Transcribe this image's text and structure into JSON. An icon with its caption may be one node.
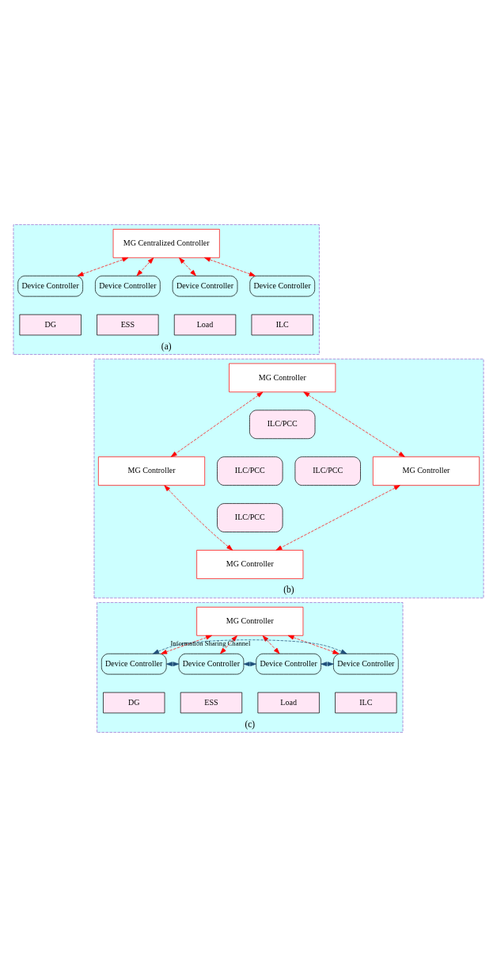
{
  "diagram": {
    "nodes": [
      {
        "text": [
          "(a)"
        ]
      },
      {
        "text": [
          "MG Centralized Controller"
        ],
        "in": 0
      },
      {
        "text": [
          "Device Controller"
        ],
        "in": 0
      },
      {
        "text": [
          "Device Controller"
        ],
        "in": 0
      },
      {
        "text": [
          "Device Controller"
        ],
        "in": 0
      },
      {
        "text": [
          "Device Controller"
        ],
        "in": 0
      },
      {
        "text": [
          "DG"
        ],
        "in": 0
      },
      {
        "text": [
          "ESS"
        ],
        "in": 0
      },
      {
        "text": [
          "Load"
        ],
        "in": 0
      },
      {
        "text": [
          "ILC"
        ],
        "in": 0
      },
      {
        "text": [
          "(b)"
        ]
      },
      {
        "text": [
          "MG Controller"
        ],
        "in": 10
      },
      {
        "text": [
          "ILC/PCC"
        ],
        "in": 10
      },
      {
        "text": [
          "MG Controller"
        ],
        "in": 10
      },
      {
        "text": [
          "ILC/PCC"
        ],
        "in": 10
      },
      {
        "text": [
          "ILC/PCC"
        ],
        "in": 10
      },
      {
        "text": [
          "MG Controller"
        ],
        "in": 10
      },
      {
        "text": [
          "ILC/PCC"
        ],
        "in": 10
      },
      {
        "text": [
          "MG Controller"
        ],
        "in": 10
      },
      {
        "text": [
          "(c)"
        ]
      },
      {
        "text": [
          "MG Controller"
        ],
        "in": 19
      },
      {
        "text": [
          "Device Controller"
        ],
        "in": 19
      },
      {
        "text": [
          "Device Controller"
        ],
        "in": 19
      },
      {
        "text": [
          "Device Controller"
        ],
        "in": 19
      },
      {
        "text": [
          "Device Controller"
        ],
        "in": 19
      },
      {
        "text": [
          "DG"
        ],
        "in": 19
      },
      {
        "text": [
          "ESS"
        ],
        "in": 19
      },
      {
        "text": [
          "Load"
        ],
        "in": 19
      },
      {
        "text": [
          "ILC"
        ],
        "in": 19
      }
    ],
    "edges": [
      {
        "from": 1,
        "to": 2,
        "arrow": "both",
        "style": "dashed"
      },
      {
        "from": 1,
        "to": 3,
        "arrow": "both",
        "style": "dashed"
      },
      {
        "from": 1,
        "to": 4,
        "arrow": "both",
        "style": "dashed"
      },
      {
        "from": 1,
        "to": 5,
        "arrow": "both",
        "style": "dashed"
      },
      {
        "from": 11,
        "to": 13,
        "arrow": "both",
        "style": "dashed"
      },
      {
        "from": 11,
        "to": 16,
        "arrow": "both",
        "style": "dashed"
      },
      {
        "from": 13,
        "to": 18,
        "arrow": "both",
        "style": "dashed"
      },
      {
        "from": 16,
        "to": 18,
        "arrow": "both",
        "style": "dashed"
      },
      {
        "from": 20,
        "to": 21,
        "arrow": "both",
        "style": "dashed"
      },
      {
        "from": 20,
        "to": 22,
        "arrow": "both",
        "style": "dashed"
      },
      {
        "from": 20,
        "to": 23,
        "arrow": "both",
        "style": "dashed"
      },
      {
        "from": 20,
        "to": 24,
        "arrow": "both",
        "style": "dashed"
      },
      {
        "from": 21,
        "to": 22,
        "arrow": "both",
        "style": "dashed",
        "color": "#1f4e79"
      },
      {
        "from": 22,
        "to": 23,
        "arrow": "both",
        "style": "dashed",
        "color": "#1f4e79"
      },
      {
        "from": 23,
        "to": 24,
        "arrow": "both",
        "style": "dashed",
        "color": "#1f4e79"
      },
      {
        "from": 21,
        "to": 24,
        "arrow": "both",
        "style": "dashed",
        "color": "#1f4e79",
        "label": "Information Sharing Channel"
      }
    ]
  }
}
